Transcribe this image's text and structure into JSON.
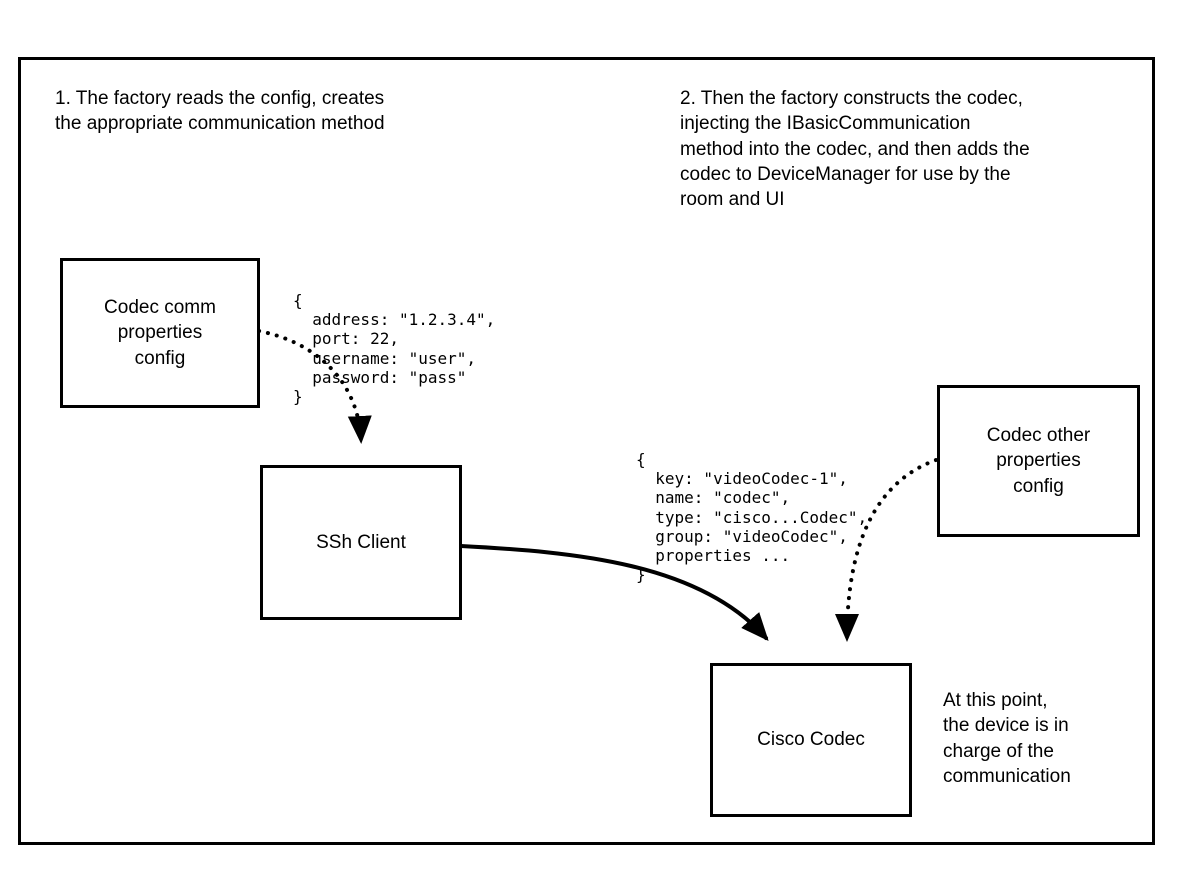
{
  "diagram": {
    "notes": {
      "step1": "1. The factory reads the config, creates\nthe appropriate communication method",
      "step2": "2. Then the factory constructs the codec,\ninjecting the IBasicCommunication\nmethod into the codec, and then adds the\ncodec to DeviceManager for use by the\nroom and UI",
      "final": "At this point,\nthe device is in\ncharge of the\ncommunication"
    },
    "boxes": {
      "codec_comm": "Codec comm\nproperties\nconfig",
      "ssh_client": "SSh Client",
      "codec_other": "Codec other\nproperties\nconfig",
      "cisco_codec": "Cisco Codec"
    },
    "code": {
      "comm_properties": "{\n  address: \"1.2.3.4\",\n  port: 22,\n  username: \"user\",\n  password: \"pass\"\n}",
      "codec_properties": "{\n  key: \"videoCodec-1\",\n  name: \"codec\",\n  type: \"cisco...Codec\",\n  group: \"videoCodec\",\n  properties ...\n}"
    },
    "colors": {
      "stroke": "#000000",
      "background": "#ffffff",
      "text": "#000000"
    }
  }
}
